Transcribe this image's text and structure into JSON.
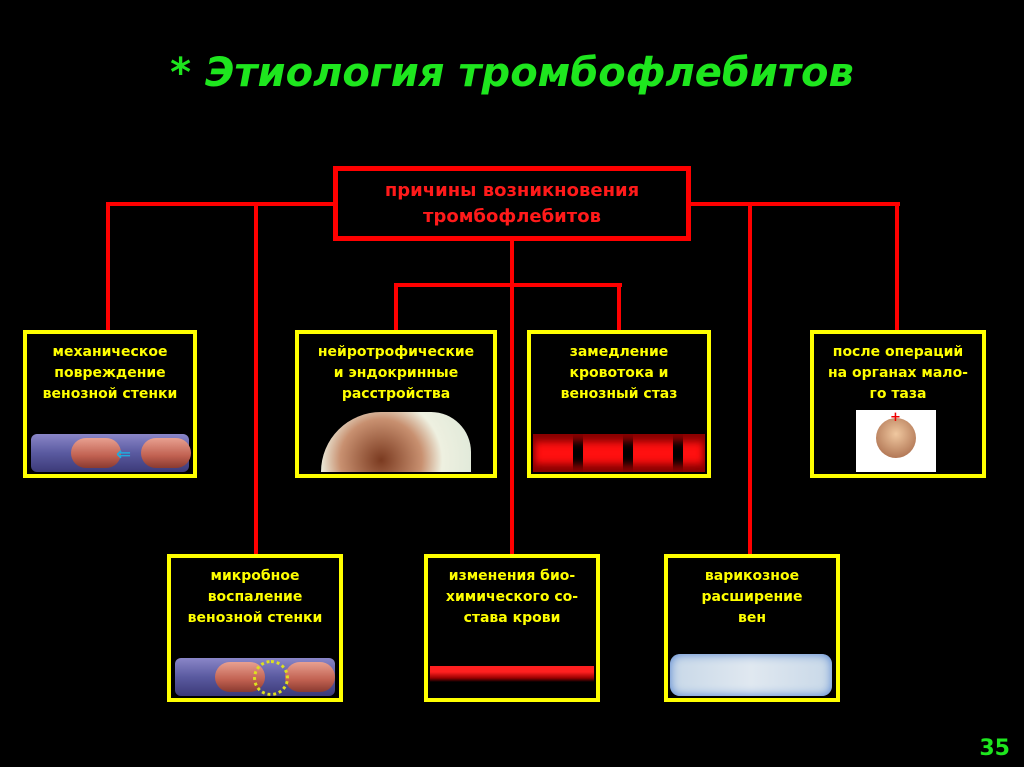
{
  "title": "* Этиология тромбофлебитов",
  "root": "причины возникновения тромбофлебитов",
  "causes": [
    "механическое\nповреждение\nвенозной стенки",
    "нейротрофические\nи эндокринные\nрасстройства",
    "замедление\nкровотока и\nвенозный стаз",
    "после операций\nна органах мало-\nго таза",
    "микробное\nвоспаление\nвенозной стенки",
    "изменения био-\nхимического со-\nстава крови",
    "варикозное\nрасширение\nвен"
  ],
  "page_number": "35",
  "colors": {
    "title": "#1ee61e",
    "connector": "#ff0000",
    "box_border": "#ffff00"
  }
}
